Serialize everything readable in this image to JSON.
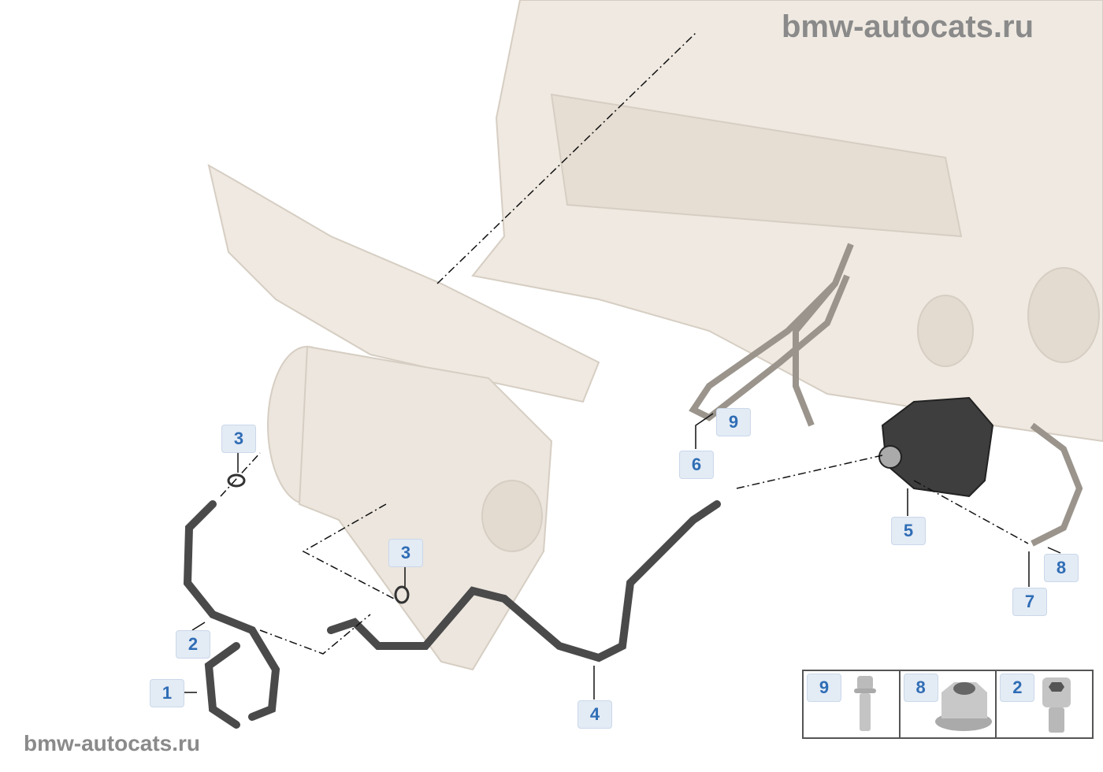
{
  "watermark_top": "bmw-autocats.ru",
  "watermark_bottom": "bmw-autocats.ru",
  "callouts": {
    "c1": "1",
    "c2": "2",
    "c3a": "3",
    "c3b": "3",
    "c4": "4",
    "c5": "5",
    "c6": "6",
    "c7": "7",
    "c8": "8",
    "c9": "9"
  },
  "legend": [
    {
      "num": "9",
      "icon": "bolt-icon"
    },
    {
      "num": "8",
      "icon": "flange-nut-icon"
    },
    {
      "num": "2",
      "icon": "socket-cap-screw-icon"
    }
  ],
  "colors": {
    "label_bg": "#e3ebf5",
    "label_text": "#2f6db5",
    "engine": "#efe9e1"
  }
}
